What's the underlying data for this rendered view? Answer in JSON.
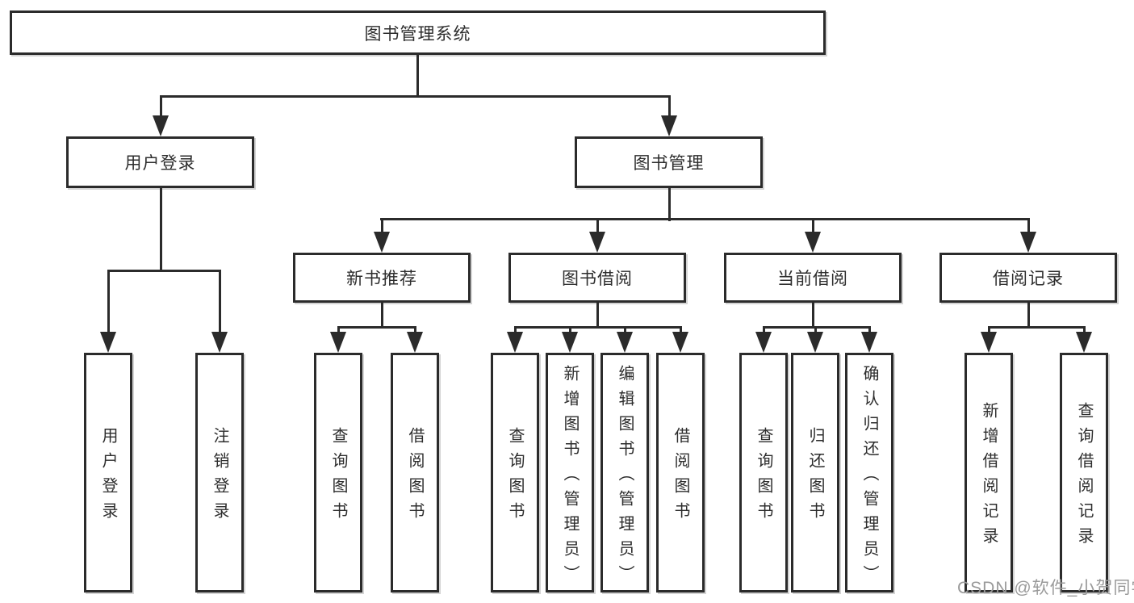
{
  "diagram": {
    "root": "图书管理系统",
    "branches": [
      {
        "label": "用户登录",
        "children": [
          {
            "label": "用户登录"
          },
          {
            "label": "注销登录"
          }
        ]
      },
      {
        "label": "图书管理",
        "children": [
          {
            "label": "新书推荐",
            "children": [
              {
                "label": "查询图书"
              },
              {
                "label": "借阅图书"
              }
            ]
          },
          {
            "label": "图书借阅",
            "children": [
              {
                "label": "查询图书"
              },
              {
                "label": "新增图书（管理员）"
              },
              {
                "label": "编辑图书（管理员）"
              },
              {
                "label": "借阅图书"
              }
            ]
          },
          {
            "label": "当前借阅",
            "children": [
              {
                "label": "查询图书"
              },
              {
                "label": "归还图书"
              },
              {
                "label": "确认归还（管理员）"
              }
            ]
          },
          {
            "label": "借阅记录",
            "children": [
              {
                "label": "新增借阅记录"
              },
              {
                "label": "查询借阅记录"
              }
            ]
          }
        ]
      }
    ]
  },
  "watermark": {
    "text": "CSDN @软件_小贺同学"
  },
  "colors": {
    "line": "#2b2b2b",
    "box_border": "#2b2b2b",
    "background": "#ffffff",
    "watermark": "#9a9a9a"
  }
}
